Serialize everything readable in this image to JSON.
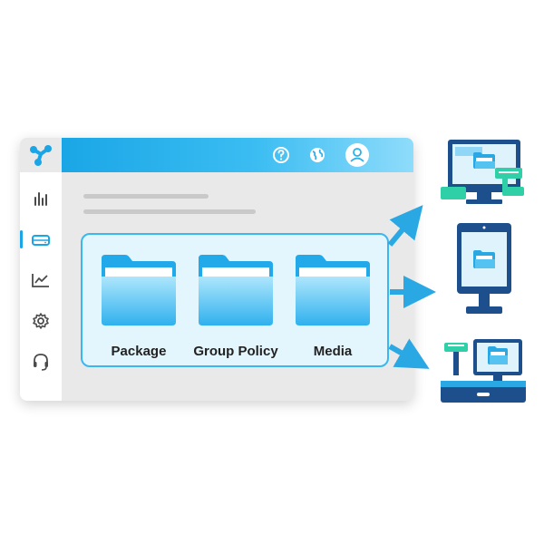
{
  "app": {
    "logo_icon": "brand-logo-icon",
    "topbar_icons": [
      "help-icon",
      "globe-icon",
      "user-avatar-icon"
    ],
    "sidebar_items": [
      {
        "icon": "bar-chart-icon",
        "active": false
      },
      {
        "icon": "drive-icon",
        "active": true
      },
      {
        "icon": "trend-chart-icon",
        "active": false
      },
      {
        "icon": "gear-icon",
        "active": false
      },
      {
        "icon": "headset-icon",
        "active": false
      }
    ]
  },
  "folders": [
    {
      "label": "Package"
    },
    {
      "label": "Group Policy"
    },
    {
      "label": "Media"
    }
  ],
  "devices": [
    "desktop-computer-icon",
    "kiosk-icon",
    "pos-terminal-icon"
  ],
  "colors": {
    "accent": "#1aa6e6",
    "folder_light": "#9fe0fb",
    "folder_dark": "#21a9ea",
    "device_navy": "#1d4f8c",
    "device_green": "#2fd0a8",
    "arrow": "#2aa8e4"
  }
}
